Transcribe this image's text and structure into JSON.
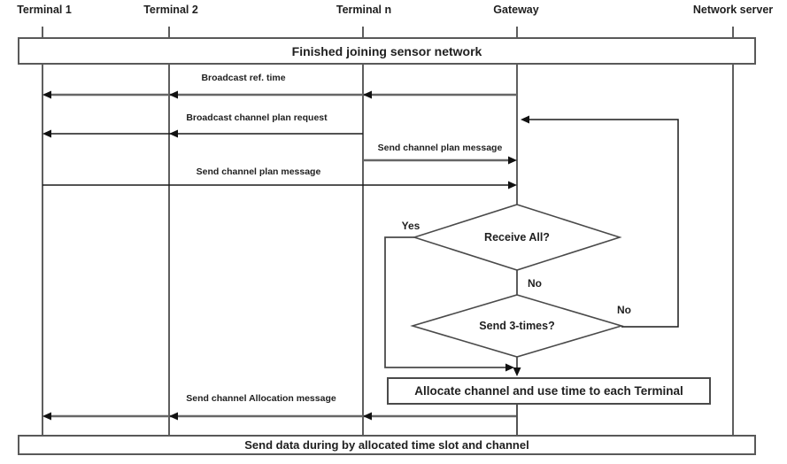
{
  "participants": [
    {
      "label": "Terminal 1"
    },
    {
      "label": "Terminal 2"
    },
    {
      "label": "Terminal n"
    },
    {
      "label": "Gateway"
    },
    {
      "label": "Network server"
    }
  ],
  "top_banner": {
    "label": "Finished joining sensor network"
  },
  "messages": {
    "broadcast_ref_time": {
      "label": "Broadcast ref. time"
    },
    "broadcast_channel_plan_request": {
      "label": "Broadcast channel plan request"
    },
    "send_channel_plan_terminal_n": {
      "label": "Send channel plan message"
    },
    "send_channel_plan_terminals": {
      "label": "Send channel plan message"
    },
    "send_channel_allocation": {
      "label": "Send channel Allocation message"
    }
  },
  "decisions": {
    "receive_all": {
      "label": "Receive All?",
      "yes_label": "Yes",
      "no_label": "No"
    },
    "send_3_times": {
      "label": "Send 3-times?",
      "no_label": "No"
    }
  },
  "process_box": {
    "label": "Allocate channel and use time to each Terminal"
  },
  "bottom_banner": {
    "label": "Send data during by allocated time slot and channel"
  },
  "colors": {
    "background": "#ffffff",
    "lifeline": "#1a1a1a",
    "broadcast_arrow": "#666666",
    "request_arrow": "#1a1a1a",
    "flow_line": "#4a4a4a",
    "box_border": "#595959",
    "text": "#1f1f1f"
  }
}
